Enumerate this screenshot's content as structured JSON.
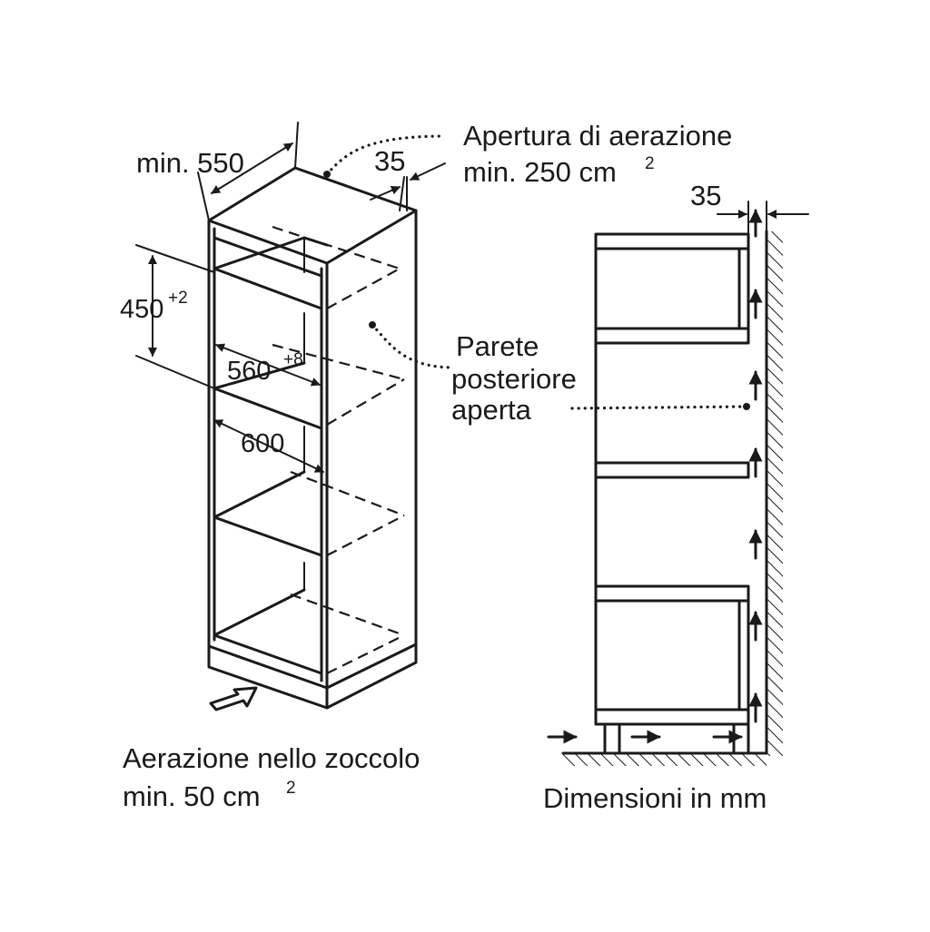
{
  "labels": {
    "min_width": "min. 550",
    "top_gap": "35",
    "vent_top_line1": "Apertura di aerazione",
    "vent_top_line2": "min. 250 cm",
    "vent_top_sup": "2",
    "niche_height": "450",
    "niche_height_tol": "+2",
    "niche_depth": "560",
    "niche_depth_tol": "+8",
    "cabinet_depth": "600",
    "back_wall_line1": "Parete",
    "back_wall_line2": "posteriore",
    "back_wall_line3": "aperta",
    "side_gap": "35",
    "plinth_vent_line1": "Aerazione nello zoccolo",
    "plinth_vent_line2": "min. 50 cm",
    "plinth_vent_sup": "2",
    "units_note": "Dimensioni in mm"
  }
}
